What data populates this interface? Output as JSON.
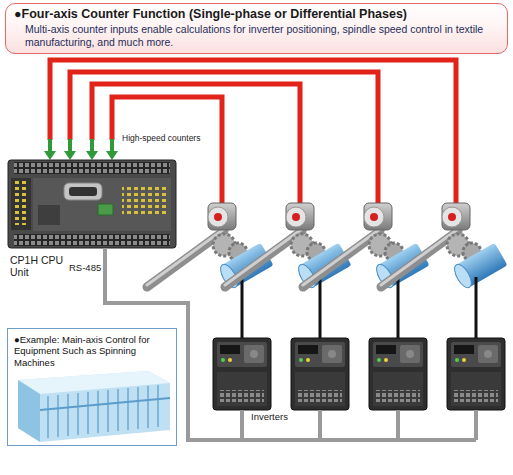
{
  "diagram": {
    "nodes": [
      {
        "text": [
          "●Four-axis Counter Function (Single-phase or Differential Phases)",
          "Multi-axis counter inputs enable calculations for inverter positioning, spindle speed control in textile manufacturing, and much more."
        ]
      },
      {
        "text": [
          "CP1H CPU Unit"
        ]
      },
      {
        "text": [
          "●Example: Main-axis Control for Equipment Such as Spinning Machines"
        ]
      },
      {
        "text": [
          "Inverters"
        ]
      }
    ],
    "edges": [
      {
        "from": 1,
        "to": 3,
        "arrow": "none",
        "label": "RS-485"
      }
    ],
    "labels": [
      "High-speed counters"
    ]
  }
}
